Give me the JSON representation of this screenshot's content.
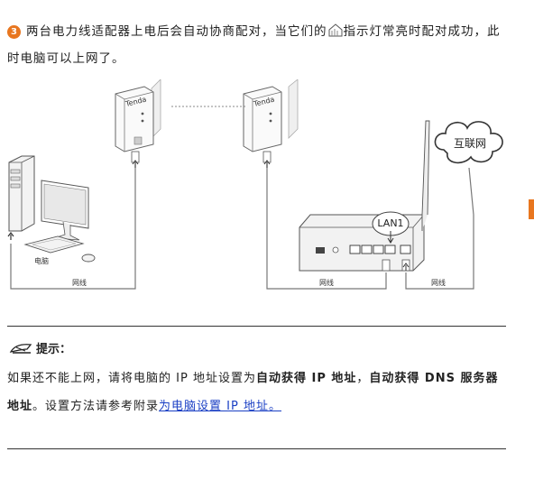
{
  "step": {
    "number": "3",
    "text_a": "两台电力线适配器上电后会自动协商配对，当它们的",
    "text_b": "指示灯常亮时配对成功，此时电脑可以上网了。"
  },
  "diagram": {
    "adapter_brand": "Tenda",
    "computer_label": "电脑",
    "cable_label_1": "网线",
    "cable_label_2": "网线",
    "cable_label_3": "网线",
    "lan_port_label": "LAN1",
    "internet_label": "互联网"
  },
  "tip": {
    "title": "提示：",
    "p1": "如果还不能上网，请将电脑的 IP 地址设置为",
    "b1": "自动获得 IP 地址",
    "sep": "，",
    "b2": "自动获得 DNS 服务器地址",
    "p2": "。设置方法请参考附录",
    "link": "为电脑设置 IP 地址。"
  }
}
